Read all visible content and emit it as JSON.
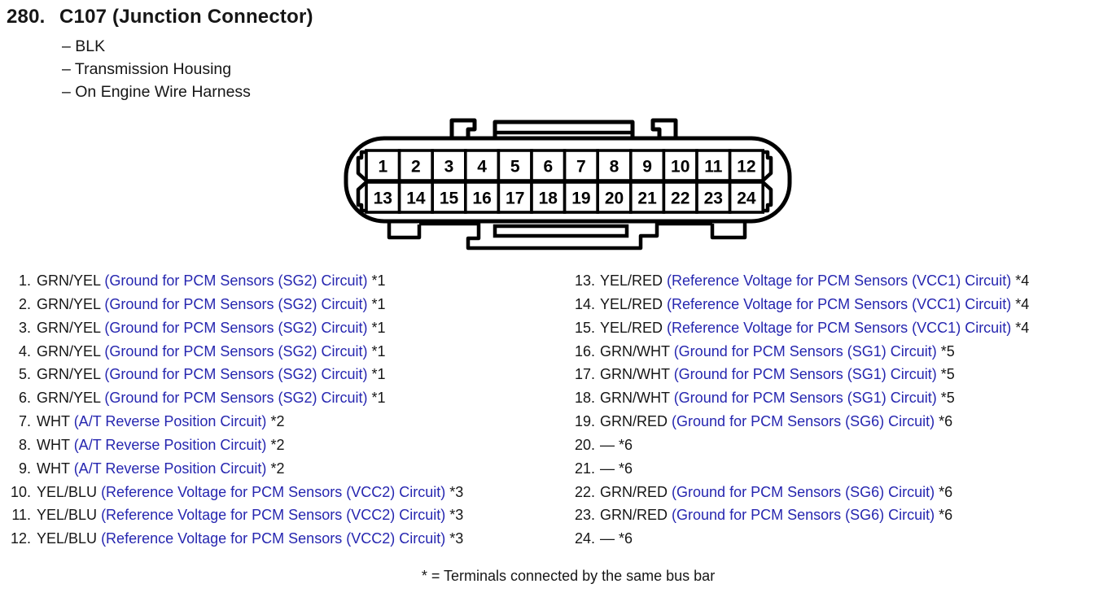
{
  "page": {
    "item_number": "280.",
    "title": "C107 (Junction Connector)",
    "attributes": [
      "– BLK",
      "– Transmission Housing",
      "– On Engine Wire Harness"
    ],
    "footnote": "* = Terminals connected by the same bus bar"
  },
  "connector": {
    "rows": [
      [
        1,
        2,
        3,
        4,
        5,
        6,
        7,
        8,
        9,
        10,
        11,
        12
      ],
      [
        13,
        14,
        15,
        16,
        17,
        18,
        19,
        20,
        21,
        22,
        23,
        24
      ]
    ]
  },
  "pins": {
    "left": [
      {
        "num": "1.",
        "wire": "GRN/YEL",
        "circuit": "(Ground for PCM Sensors (SG2) Circuit)",
        "note": "*1"
      },
      {
        "num": "2.",
        "wire": "GRN/YEL",
        "circuit": "(Ground for PCM Sensors (SG2) Circuit)",
        "note": "*1"
      },
      {
        "num": "3.",
        "wire": "GRN/YEL",
        "circuit": "(Ground for PCM Sensors (SG2) Circuit)",
        "note": "*1"
      },
      {
        "num": "4.",
        "wire": "GRN/YEL",
        "circuit": "(Ground for PCM Sensors (SG2) Circuit)",
        "note": "*1"
      },
      {
        "num": "5.",
        "wire": "GRN/YEL",
        "circuit": "(Ground for PCM Sensors (SG2) Circuit)",
        "note": "*1"
      },
      {
        "num": "6.",
        "wire": "GRN/YEL",
        "circuit": "(Ground for PCM Sensors (SG2) Circuit)",
        "note": "*1"
      },
      {
        "num": "7.",
        "wire": "WHT",
        "circuit": "(A/T Reverse Position Circuit)",
        "note": "*2"
      },
      {
        "num": "8.",
        "wire": "WHT",
        "circuit": "(A/T Reverse Position Circuit)",
        "note": "*2"
      },
      {
        "num": "9.",
        "wire": "WHT",
        "circuit": "(A/T Reverse Position Circuit)",
        "note": "*2"
      },
      {
        "num": "10.",
        "wire": "YEL/BLU",
        "circuit": "(Reference Voltage for PCM Sensors (VCC2) Circuit)",
        "note": "*3"
      },
      {
        "num": "11.",
        "wire": "YEL/BLU",
        "circuit": "(Reference Voltage for PCM Sensors (VCC2) Circuit)",
        "note": "*3"
      },
      {
        "num": "12.",
        "wire": "YEL/BLU",
        "circuit": "(Reference Voltage for PCM Sensors (VCC2) Circuit)",
        "note": "*3"
      }
    ],
    "right": [
      {
        "num": "13.",
        "wire": "YEL/RED",
        "circuit": "(Reference Voltage for PCM Sensors (VCC1) Circuit)",
        "note": "*4"
      },
      {
        "num": "14.",
        "wire": "YEL/RED",
        "circuit": "(Reference Voltage for PCM Sensors (VCC1) Circuit)",
        "note": "*4"
      },
      {
        "num": "15.",
        "wire": "YEL/RED",
        "circuit": "(Reference Voltage for PCM Sensors (VCC1) Circuit)",
        "note": "*4"
      },
      {
        "num": "16.",
        "wire": "GRN/WHT",
        "circuit": "(Ground for PCM Sensors (SG1) Circuit)",
        "note": "*5"
      },
      {
        "num": "17.",
        "wire": "GRN/WHT",
        "circuit": "(Ground for PCM Sensors (SG1) Circuit)",
        "note": "*5"
      },
      {
        "num": "18.",
        "wire": "GRN/WHT",
        "circuit": "(Ground for PCM Sensors (SG1) Circuit)",
        "note": "*5"
      },
      {
        "num": "19.",
        "wire": "GRN/RED",
        "circuit": "(Ground for PCM Sensors (SG6) Circuit)",
        "note": "*6"
      },
      {
        "num": "20.",
        "wire": "—",
        "circuit": "",
        "note": "*6"
      },
      {
        "num": "21.",
        "wire": "—",
        "circuit": "",
        "note": "*6"
      },
      {
        "num": "22.",
        "wire": "GRN/RED",
        "circuit": "(Ground for PCM Sensors (SG6) Circuit)",
        "note": "*6"
      },
      {
        "num": "23.",
        "wire": "GRN/RED",
        "circuit": "(Ground for PCM Sensors (SG6) Circuit)",
        "note": "*6"
      },
      {
        "num": "24.",
        "wire": "—",
        "circuit": "",
        "note": "*6"
      }
    ]
  },
  "colors": {
    "circuit_text_blue": "#2626b0",
    "body_text_black": "#161616",
    "diagram_line": "#000000"
  }
}
